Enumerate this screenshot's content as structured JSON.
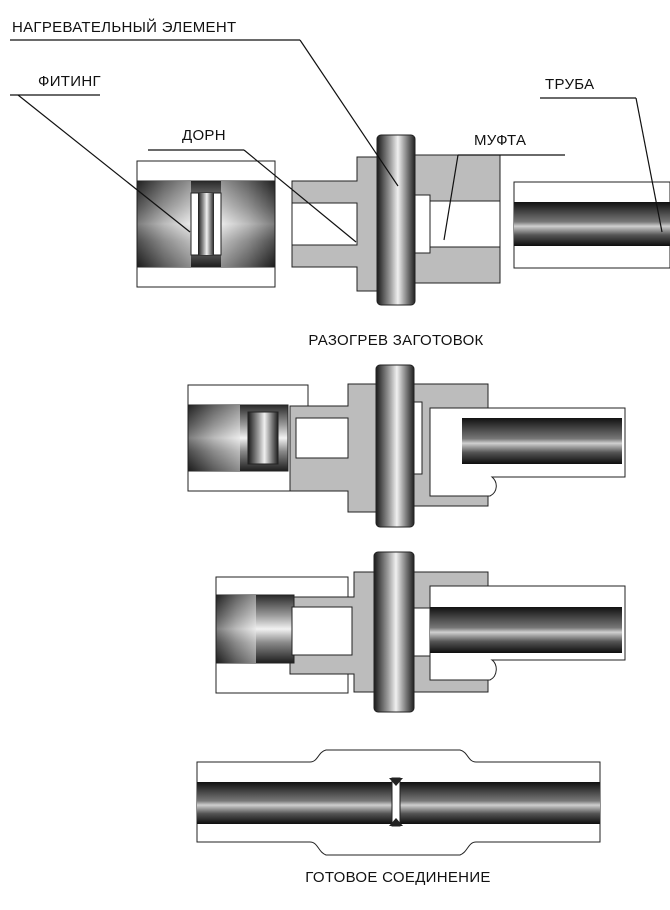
{
  "labels": {
    "heating_element": "НАГРЕВАТЕЛЬНЫЙ ЭЛЕМЕНТ",
    "fitting": "ФИТИНГ",
    "mandrel": "ДОРН",
    "socket": "МУФТА",
    "pipe": "ТРУБА"
  },
  "captions": {
    "heating_stage": "РАЗОГРЕВ ЗАГОТОВОК",
    "finished_joint": "ГОТОВОЕ СОЕДИНЕНИЕ"
  }
}
